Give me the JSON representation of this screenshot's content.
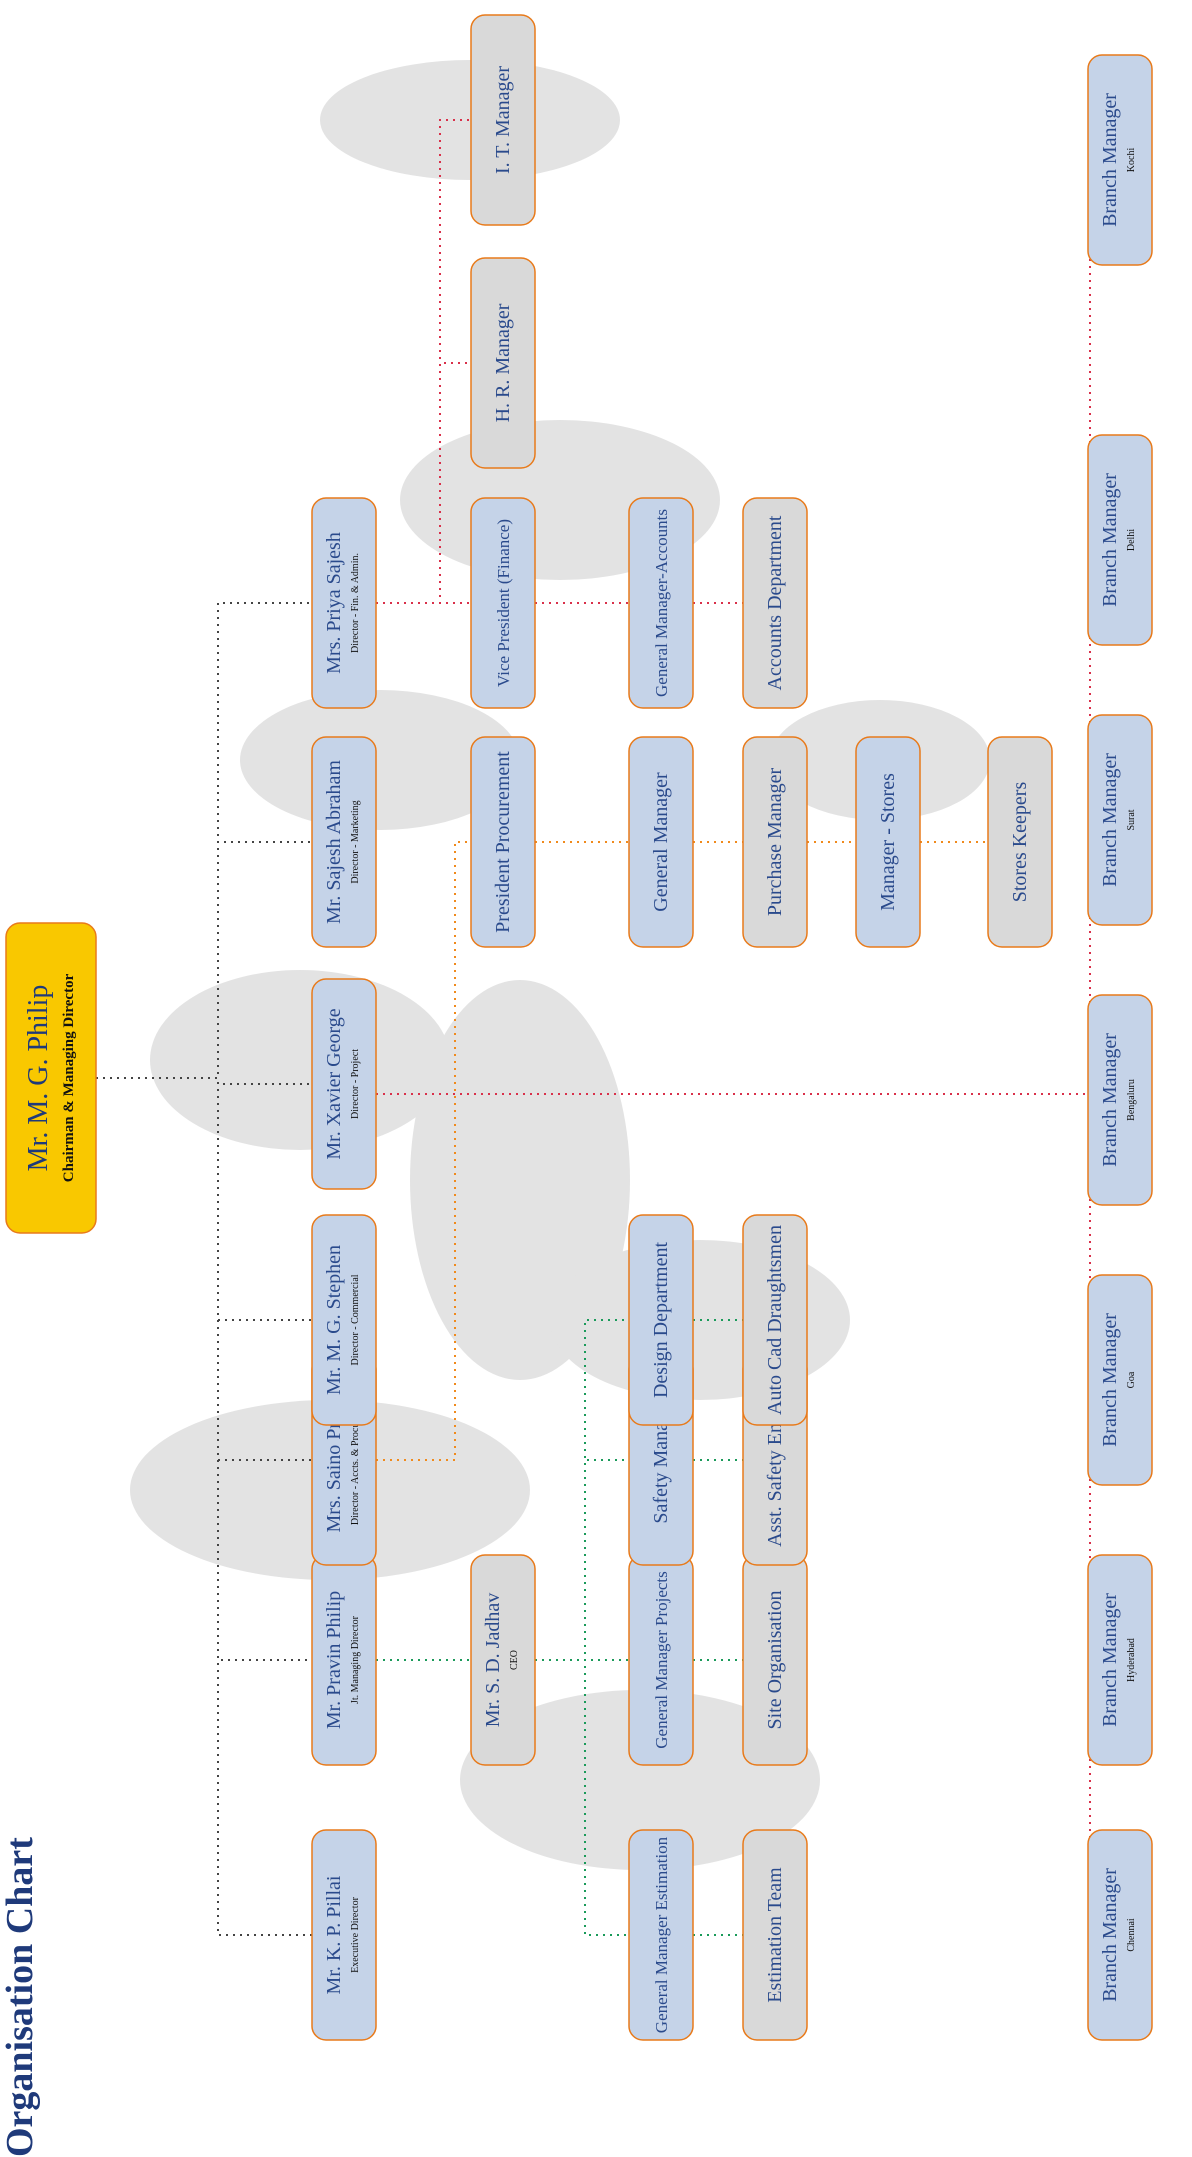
{
  "title": "Organisation Chart",
  "colors": {
    "title": "#1f3a7a",
    "box_blue": "#c5d3e8",
    "box_grey": "#d9d9d9",
    "box_gold": "#f9c800",
    "border": "#e87a1a",
    "text": "#2a4a8c",
    "sub_text": "#111111",
    "line_black": "#444444",
    "line_red": "#d9304a",
    "line_orange": "#f08a1c",
    "line_green": "#1a9a5a",
    "silhouette": "#dcdcdc"
  },
  "nodes": [
    {
      "id": "md",
      "text": "Mr. M. G. Philip",
      "sub": "Chairman & Managing Director",
      "style": "gold"
    },
    {
      "id": "kpp",
      "text": "Mr. K. P. Pillai",
      "sub": "Executive Director",
      "style": "blue"
    },
    {
      "id": "ppp",
      "text": "Mr. Pravin Philip",
      "sub": "Jt. Managing Director",
      "style": "blue"
    },
    {
      "id": "sp",
      "text": "Mrs. Saino Pravin",
      "sub": "Director - Accts. & Procurement",
      "style": "blue"
    },
    {
      "id": "mgs",
      "text": "Mr. M. G. Stephen",
      "sub": "Director - Commercial",
      "style": "blue"
    },
    {
      "id": "xg",
      "text": "Mr. Xavier George",
      "sub": "Director - Project",
      "style": "blue"
    },
    {
      "id": "sa",
      "text": "Mr. Sajesh Abraham",
      "sub": "Director - Marketing",
      "style": "blue"
    },
    {
      "id": "ps",
      "text": "Mrs. Priya Sajesh",
      "sub": "Director - Fin. & Admin.",
      "style": "blue"
    },
    {
      "id": "ceo",
      "text": "Mr. S. D. Jadhav",
      "sub": "CEO",
      "style": "grey"
    },
    {
      "id": "pp",
      "text": "President Procurement",
      "sub": "",
      "style": "blue"
    },
    {
      "id": "vpf",
      "text": "Vice President (Finance)",
      "sub": "",
      "style": "blue"
    },
    {
      "id": "hr",
      "text": "H. R. Manager",
      "sub": "",
      "style": "grey"
    },
    {
      "id": "it",
      "text": "I. T. Manager",
      "sub": "",
      "style": "grey"
    },
    {
      "id": "gme",
      "text": "General Manager Estimation",
      "sub": "",
      "style": "blue"
    },
    {
      "id": "gmp",
      "text": "General Manager Projects",
      "sub": "",
      "style": "blue"
    },
    {
      "id": "sm",
      "text": "Safety Manager",
      "sub": "",
      "style": "blue"
    },
    {
      "id": "dd",
      "text": "Design Department",
      "sub": "",
      "style": "blue"
    },
    {
      "id": "gm",
      "text": "General Manager",
      "sub": "",
      "style": "blue"
    },
    {
      "id": "gma",
      "text": "General Manager-Accounts",
      "sub": "",
      "style": "blue"
    },
    {
      "id": "et",
      "text": "Estimation Team",
      "sub": "",
      "style": "grey"
    },
    {
      "id": "so",
      "text": "Site Organisation",
      "sub": "",
      "style": "grey"
    },
    {
      "id": "ase",
      "text": "Asst. Safety Engineer",
      "sub": "",
      "style": "grey"
    },
    {
      "id": "acd",
      "text": "Auto Cad Draughtsmen",
      "sub": "",
      "style": "grey"
    },
    {
      "id": "pm",
      "text": "Purchase Manager",
      "sub": "",
      "style": "grey"
    },
    {
      "id": "ad",
      "text": "Accounts Department",
      "sub": "",
      "style": "grey"
    },
    {
      "id": "ms",
      "text": "Manager - Stores",
      "sub": "",
      "style": "blue"
    },
    {
      "id": "sk",
      "text": "Stores Keepers",
      "sub": "",
      "style": "grey"
    },
    {
      "id": "bm1",
      "text": "Branch Manager",
      "sub": "Chennai",
      "style": "blue"
    },
    {
      "id": "bm2",
      "text": "Branch Manager",
      "sub": "Hyderabad",
      "style": "blue"
    },
    {
      "id": "bm3",
      "text": "Branch Manager",
      "sub": "Goa",
      "style": "blue"
    },
    {
      "id": "bm4",
      "text": "Branch Manager",
      "sub": "Bengaluru",
      "style": "blue"
    },
    {
      "id": "bm5",
      "text": "Branch Manager",
      "sub": "Surat",
      "style": "blue"
    },
    {
      "id": "bm6",
      "text": "Branch Manager",
      "sub": "Delhi",
      "style": "blue"
    },
    {
      "id": "bm7",
      "text": "Branch Manager",
      "sub": "Kochi",
      "style": "blue"
    }
  ],
  "edges": [
    {
      "from": "md",
      "to": "kpp",
      "color": "black"
    },
    {
      "from": "md",
      "to": "ppp",
      "color": "black"
    },
    {
      "from": "md",
      "to": "sp",
      "color": "black"
    },
    {
      "from": "md",
      "to": "mgs",
      "color": "black"
    },
    {
      "from": "md",
      "to": "xg",
      "color": "black"
    },
    {
      "from": "md",
      "to": "sa",
      "color": "black"
    },
    {
      "from": "md",
      "to": "ps",
      "color": "black"
    },
    {
      "from": "ps",
      "to": "hr",
      "color": "red"
    },
    {
      "from": "ps",
      "to": "it",
      "color": "red"
    },
    {
      "from": "ps",
      "to": "vpf",
      "color": "red"
    },
    {
      "from": "vpf",
      "to": "gma",
      "color": "red"
    },
    {
      "from": "gma",
      "to": "ad",
      "color": "red"
    },
    {
      "from": "sp",
      "to": "pp",
      "color": "orange"
    },
    {
      "from": "pp",
      "to": "gm",
      "color": "orange"
    },
    {
      "from": "gm",
      "to": "pm",
      "color": "orange"
    },
    {
      "from": "pm",
      "to": "ms",
      "color": "orange"
    },
    {
      "from": "ms",
      "to": "sk",
      "color": "orange"
    },
    {
      "from": "ppp",
      "to": "ceo",
      "color": "green"
    },
    {
      "from": "ceo",
      "to": "gme",
      "color": "green"
    },
    {
      "from": "ceo",
      "to": "gmp",
      "color": "green"
    },
    {
      "from": "ceo",
      "to": "sm",
      "color": "green"
    },
    {
      "from": "ceo",
      "to": "dd",
      "color": "green"
    },
    {
      "from": "gme",
      "to": "et",
      "color": "green"
    },
    {
      "from": "gmp",
      "to": "so",
      "color": "green"
    },
    {
      "from": "sm",
      "to": "ase",
      "color": "green"
    },
    {
      "from": "dd",
      "to": "acd",
      "color": "green"
    },
    {
      "from": "xg",
      "to": "bm1",
      "color": "red"
    },
    {
      "from": "xg",
      "to": "bm2",
      "color": "red"
    },
    {
      "from": "xg",
      "to": "bm3",
      "color": "red"
    },
    {
      "from": "xg",
      "to": "bm4",
      "color": "red"
    },
    {
      "from": "xg",
      "to": "bm5",
      "color": "red"
    },
    {
      "from": "xg",
      "to": "bm6",
      "color": "red"
    },
    {
      "from": "xg",
      "to": "bm7",
      "color": "red"
    }
  ]
}
